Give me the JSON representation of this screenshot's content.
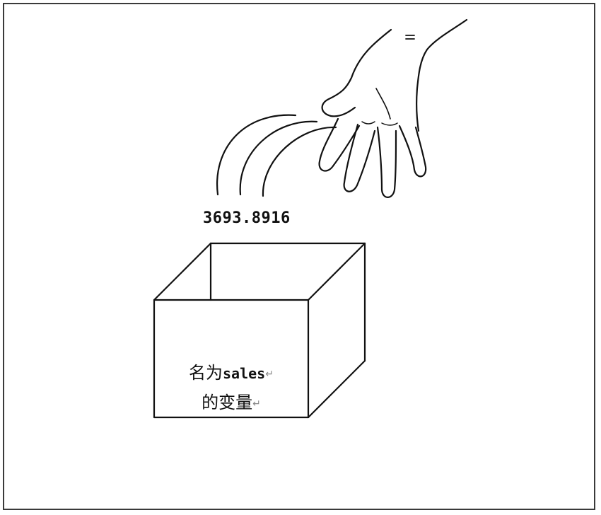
{
  "value_text": "3693.8916",
  "box_label": {
    "line1_cn": "名为",
    "line1_en": "sales",
    "line2": "的变量",
    "return_mark": "↵"
  },
  "colors": {
    "stroke": "#111111",
    "frame": "#3a3a3a",
    "background": "#ffffff"
  },
  "icons": [
    "hand-icon",
    "motion-lines-icon",
    "box-icon"
  ]
}
